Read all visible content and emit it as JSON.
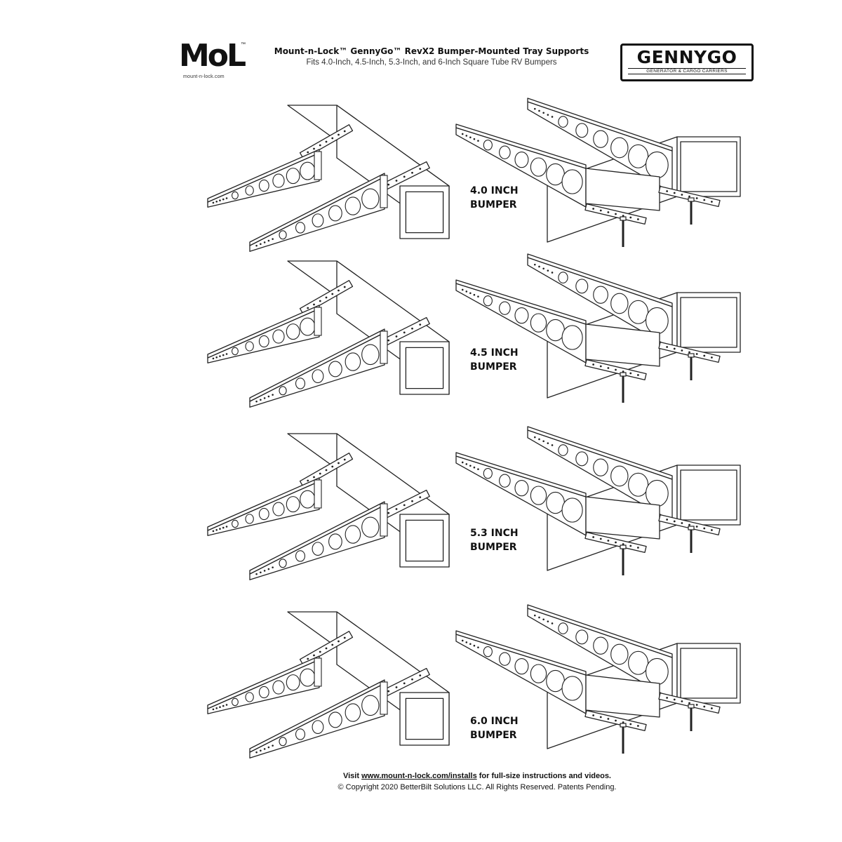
{
  "header": {
    "title": "Mount-n-Lock™ GennyGo™ RevX2 Bumper-Mounted Tray Supports",
    "subtitle": "Fits 4.0-Inch, 4.5-Inch, 5.3-Inch, and 6-Inch Square Tube RV Bumpers"
  },
  "logos": {
    "mnl_mark": "MoL",
    "mnl_tm": "™",
    "mnl_url": "mount-n-lock.com",
    "gennygo_name": "GENNYGO",
    "gennygo_tagline": "GENERATOR & CARGO CARRIERS"
  },
  "rows": [
    {
      "label_line1": "4.0 INCH",
      "label_line2": "BUMPER"
    },
    {
      "label_line1": "4.5 INCH",
      "label_line2": "BUMPER"
    },
    {
      "label_line1": "5.3 INCH",
      "label_line2": "BUMPER"
    },
    {
      "label_line1": "6.0 INCH",
      "label_line2": "BUMPER"
    }
  ],
  "footer": {
    "visit_prefix": "Visit ",
    "visit_link": "www.mount-n-lock.com/installs",
    "visit_suffix": " for full-size instructions and videos.",
    "copyright": "© Copyright 2020 BetterBilt Solutions LLC.  All Rights Reserved.  Patents Pending."
  },
  "colors": {
    "line": "#222222",
    "background": "#ffffff"
  }
}
